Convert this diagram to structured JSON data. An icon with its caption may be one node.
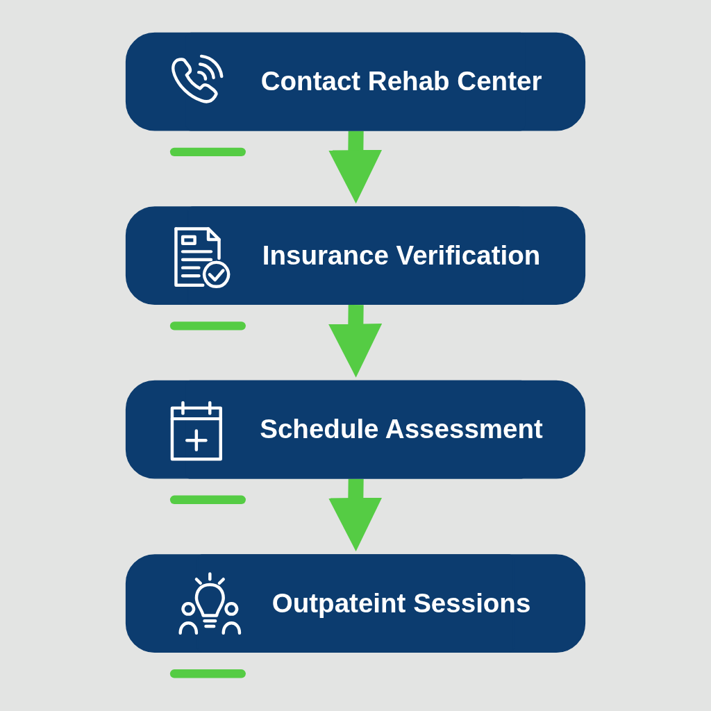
{
  "diagram": {
    "nodes": [
      {
        "text": [
          "Contact Rehab Center"
        ]
      },
      {
        "text": [
          "Insurance Verification"
        ]
      },
      {
        "text": [
          "Schedule Assessment"
        ]
      },
      {
        "text": [
          "Outpateint Sessions"
        ]
      }
    ],
    "edges": [
      {
        "from": 0,
        "to": 1,
        "arrow": "to"
      },
      {
        "from": 1,
        "to": 2,
        "arrow": "to"
      },
      {
        "from": 2,
        "to": 3,
        "arrow": "to"
      }
    ]
  }
}
